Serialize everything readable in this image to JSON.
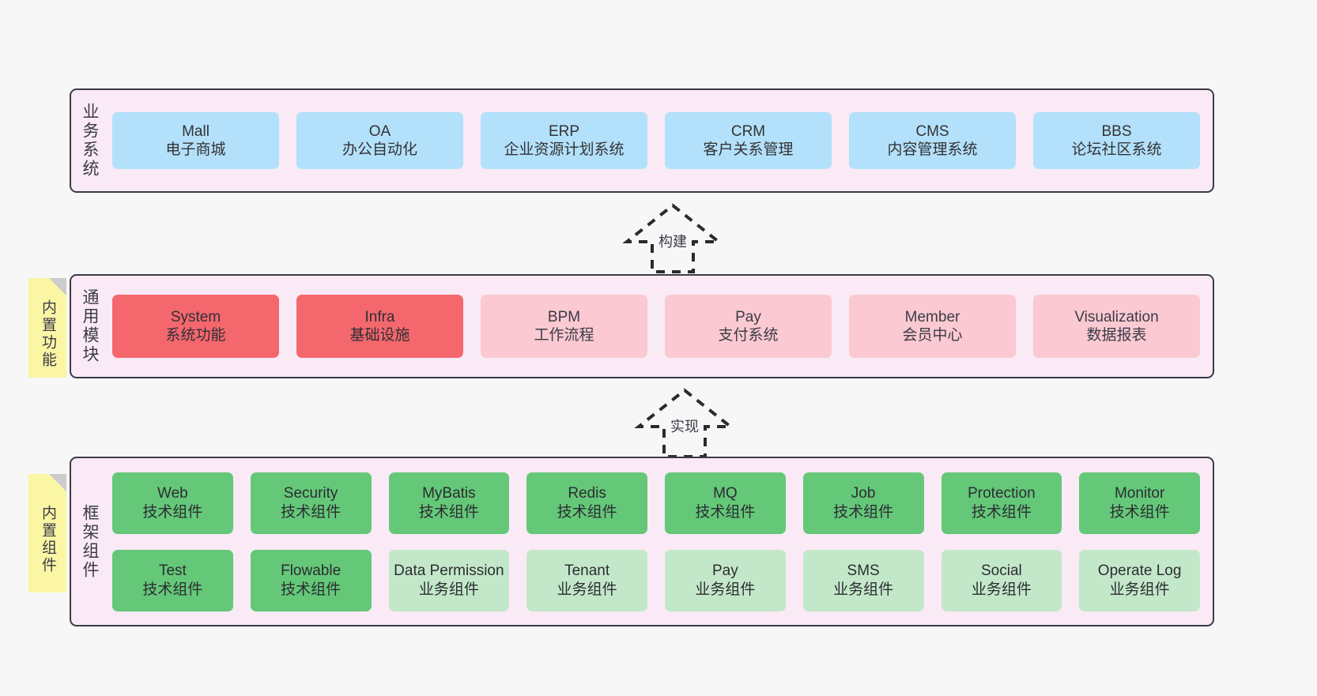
{
  "diagram": {
    "background_color": "#f7f7f7",
    "panel_fill": "#faeaf6",
    "panel_border": "#3b3b47",
    "sticky_color": "#fbf6a4"
  },
  "layers": [
    {
      "id": "business",
      "title": "业务系统",
      "sticky": null,
      "rows": [
        {
          "cells": [
            {
              "name": "mall",
              "t1": "Mall",
              "t2": "电子商城",
              "color": "#b3e0fb"
            },
            {
              "name": "oa",
              "t1": "OA",
              "t2": "办公自动化",
              "color": "#b3e0fb"
            },
            {
              "name": "erp",
              "t1": "ERP",
              "t2": "企业资源计划系统",
              "color": "#b3e0fb"
            },
            {
              "name": "crm",
              "t1": "CRM",
              "t2": "客户关系管理",
              "color": "#b3e0fb"
            },
            {
              "name": "cms",
              "t1": "CMS",
              "t2": "内容管理系统",
              "color": "#b3e0fb"
            },
            {
              "name": "bbs",
              "t1": "BBS",
              "t2": "论坛社区系统",
              "color": "#b3e0fb"
            }
          ]
        }
      ]
    },
    {
      "id": "common",
      "title": "通用模块",
      "sticky": "内置功能",
      "rows": [
        {
          "cells": [
            {
              "name": "system",
              "t1": "System",
              "t2": "系统功能",
              "color": "#f4676d"
            },
            {
              "name": "infra",
              "t1": "Infra",
              "t2": "基础设施",
              "color": "#f4676d"
            },
            {
              "name": "bpm",
              "t1": "BPM",
              "t2": "工作流程",
              "color": "#fbc9d1"
            },
            {
              "name": "pay",
              "t1": "Pay",
              "t2": "支付系统",
              "color": "#fbc9d1"
            },
            {
              "name": "member",
              "t1": "Member",
              "t2": "会员中心",
              "color": "#fbc9d1"
            },
            {
              "name": "visualization",
              "t1": "Visualization",
              "t2": "数据报表",
              "color": "#fbc9d1"
            }
          ]
        }
      ]
    },
    {
      "id": "framework",
      "title": "框架组件",
      "sticky": "内置组件",
      "rows": [
        {
          "cells": [
            {
              "name": "web",
              "t1": "Web",
              "t2": "技术组件",
              "color": "#64c878"
            },
            {
              "name": "security",
              "t1": "Security",
              "t2": "技术组件",
              "color": "#64c878"
            },
            {
              "name": "mybatis",
              "t1": "MyBatis",
              "t2": "技术组件",
              "color": "#64c878"
            },
            {
              "name": "redis",
              "t1": "Redis",
              "t2": "技术组件",
              "color": "#64c878"
            },
            {
              "name": "mq",
              "t1": "MQ",
              "t2": "技术组件",
              "color": "#64c878"
            },
            {
              "name": "job",
              "t1": "Job",
              "t2": "技术组件",
              "color": "#64c878"
            },
            {
              "name": "protection",
              "t1": "Protection",
              "t2": "技术组件",
              "color": "#64c878"
            },
            {
              "name": "monitor",
              "t1": "Monitor",
              "t2": "技术组件",
              "color": "#64c878"
            }
          ]
        },
        {
          "cells": [
            {
              "name": "test",
              "t1": "Test",
              "t2": "技术组件",
              "color": "#64c878"
            },
            {
              "name": "flowable",
              "t1": "Flowable",
              "t2": "技术组件",
              "color": "#64c878"
            },
            {
              "name": "data-permission",
              "t1": "Data Permission",
              "t2": "业务组件",
              "color": "#c3e8c9"
            },
            {
              "name": "tenant",
              "t1": "Tenant",
              "t2": "业务组件",
              "color": "#c3e8c9"
            },
            {
              "name": "pay-biz",
              "t1": "Pay",
              "t2": "业务组件",
              "color": "#c3e8c9"
            },
            {
              "name": "sms",
              "t1": "SMS",
              "t2": "业务组件",
              "color": "#c3e8c9"
            },
            {
              "name": "social",
              "t1": "Social",
              "t2": "业务组件",
              "color": "#c3e8c9"
            },
            {
              "name": "operate-log",
              "t1": "Operate Log",
              "t2": "业务组件",
              "color": "#c3e8c9"
            }
          ]
        }
      ]
    }
  ],
  "connectors": [
    {
      "id": "build",
      "label": "构建",
      "style": "dashed-hollow-arrow-up"
    },
    {
      "id": "realize",
      "label": "实现",
      "style": "dashed-hollow-arrow-up"
    }
  ]
}
